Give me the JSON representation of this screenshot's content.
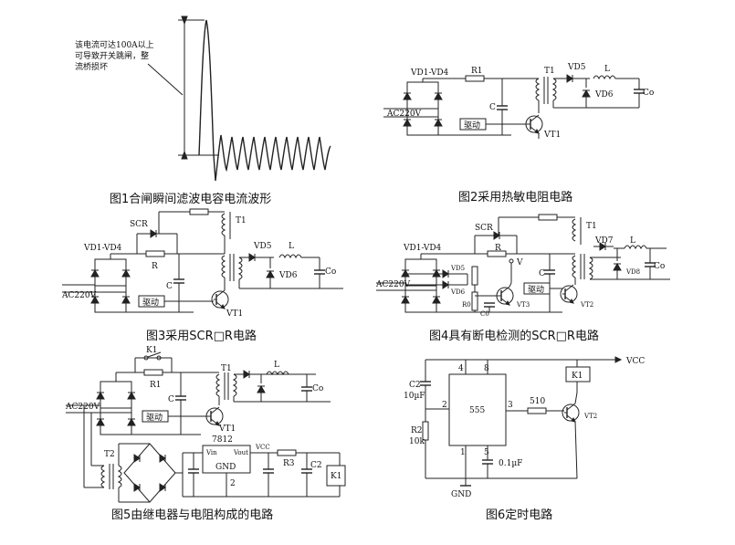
{
  "figure1": {
    "annotation_lines": [
      "该电流可达100A以上",
      "可导致开关跳闸，整",
      "流桥损坏"
    ],
    "caption": "图1合闸瞬间滤波电容电流波形"
  },
  "figure2": {
    "labels": {
      "vd14": "VD1-VD4",
      "r1": "R1",
      "t1": "T1",
      "vd5": "VD5",
      "l": "L",
      "vd6": "VD6",
      "co": "Co",
      "ac": "AC220V",
      "c": "C",
      "drive": "驱动",
      "vt1": "VT1"
    },
    "caption": "图2采用热敏电阻电路"
  },
  "figure3": {
    "labels": {
      "scr": "SCR",
      "t1": "T1",
      "vd14": "VD1-VD4",
      "vd5": "VD5",
      "l": "L",
      "r": "R",
      "vd6": "VD6",
      "co": "Co",
      "c": "C",
      "ac": "AC220V",
      "drive": "驱动",
      "vt1": "VT1"
    },
    "caption": "图3采用SCR□R电路"
  },
  "figure4": {
    "labels": {
      "scr": "SCR",
      "t1": "T1",
      "vd14": "VD1-VD4",
      "vd7": "VD7",
      "l": "L",
      "r": "R",
      "v": "V",
      "vd5": "VD5",
      "vd6": "VD6",
      "vd8": "VD8",
      "co": "Co",
      "c": "C",
      "ac": "AC220V",
      "drive": "驱动",
      "r0": "R0",
      "c0": "C0",
      "vt3": "VT3",
      "vt2": "VT2"
    },
    "caption": "图4具有断电检测的SCR□R电路"
  },
  "figure5": {
    "labels": {
      "k1": "K1",
      "r1": "R1",
      "t1": "T1",
      "l": "L",
      "ac": "AC220V",
      "c": "C",
      "co": "Co",
      "drive": "驱动",
      "vt1": "VT1",
      "t2": "T2",
      "reg": "7812",
      "vin": "Vin",
      "vout": "Vout",
      "vcc": "VCC",
      "r3": "R3",
      "gnd": "GND",
      "pin2": "2",
      "c2": "C2",
      "k1box": "K1"
    },
    "caption": "图5由继电器与电阻构成的电路"
  },
  "figure6": {
    "labels": {
      "vcc": "VCC",
      "c2": "C2",
      "c2val": "10µF",
      "pin4": "4",
      "pin8": "8",
      "k1": "K1",
      "pin2": "2",
      "ic": "555",
      "pin3": "3",
      "r510": "510",
      "vt2": "VT2",
      "r2": "R2",
      "r2val": "10k",
      "pin1": "1",
      "pin5": "5",
      "c01": "0.1µF",
      "gnd": "GND"
    },
    "caption": "图6定时电路"
  }
}
